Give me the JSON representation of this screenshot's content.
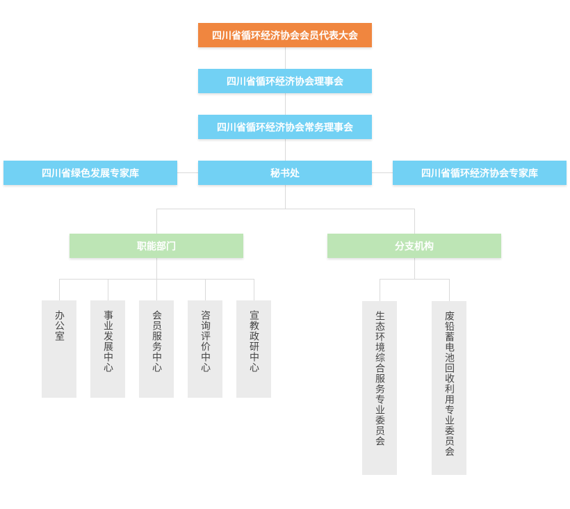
{
  "nodes": {
    "congress": "四川省循环经济协会会员代表大会",
    "council": "四川省循环经济协会理事会",
    "standing_council": "四川省循环经济协会常务理事会",
    "green_experts": "四川省绿色发展专家库",
    "secretariat": "秘书处",
    "association_experts": "四川省循环经济协会专家库",
    "functional_depts": "职能部门",
    "branches": "分支机构"
  },
  "functional_units": [
    "办公室",
    "事业发展中心",
    "会员服务中心",
    "咨询评价中心",
    "宣教政研中心"
  ],
  "branch_units": [
    "生态环境综合服务专业委员会",
    "废铅蓄电池回收利用专业委员会"
  ],
  "colors": {
    "top": "#f0863f",
    "tier": "#72d1f4",
    "dept": "#bde5b5",
    "unit": "#ebebeb",
    "connector": "#d9d9d9"
  }
}
